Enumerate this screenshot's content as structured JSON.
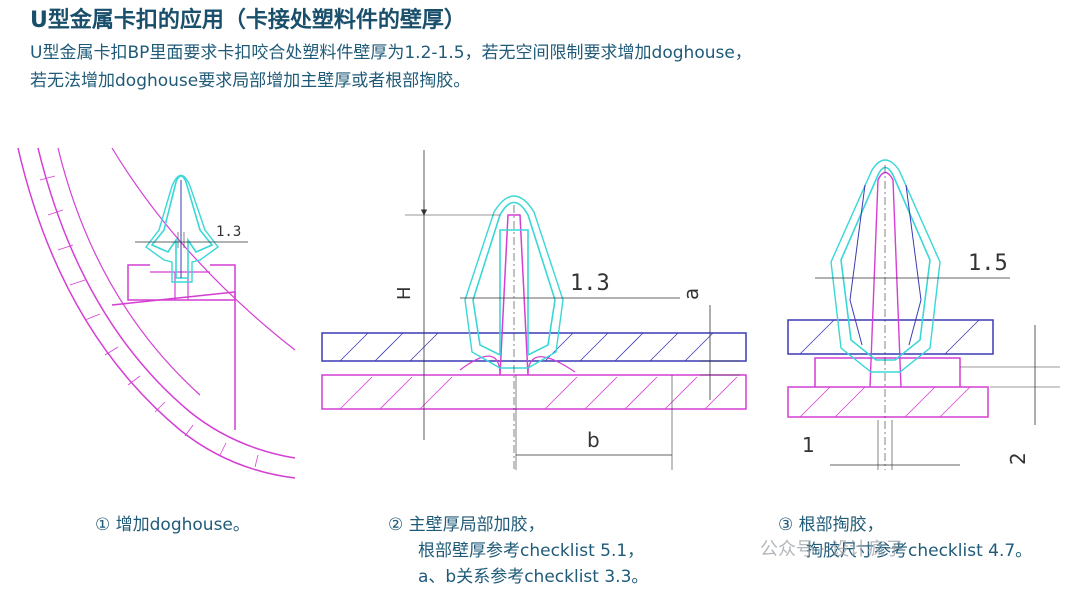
{
  "title": "U型金属卡扣的应用（卡接处塑料件的壁厚）",
  "desc": {
    "line1": "U型金属卡扣BP里面要求卡扣咬合处塑料件壁厚为1.2-1.5，若无空间限制要求增加doghouse，",
    "line2": "若无法增加doghouse要求局部增加主壁厚或者根部掏胶。"
  },
  "diagram1": {
    "dim": "1.3"
  },
  "diagram2": {
    "dim": "1.3",
    "label_h": "H",
    "label_a": "a",
    "label_b": "b"
  },
  "diagram3": {
    "dim": "1.5",
    "label_1": "1",
    "label_2": "2"
  },
  "captions": {
    "c1": "① 增加doghouse。",
    "c2_l1": "② 主壁厚局部加胶，",
    "c2_l2": "根部壁厚参考checklist 5.1，",
    "c2_l3": "a、b关系参考checklist 3.3。",
    "c3_l1": "③ 根部掏胶，",
    "c3_l2": "掏胶尺寸参考checklist 4.7。"
  },
  "watermark": "公众号 · 设计疯子",
  "colors": {
    "plastic": "#d43fd4",
    "clip": "#3ad7d7",
    "plate": "#3b3bb5",
    "dim": "#333333",
    "text": "#1f5a78"
  }
}
